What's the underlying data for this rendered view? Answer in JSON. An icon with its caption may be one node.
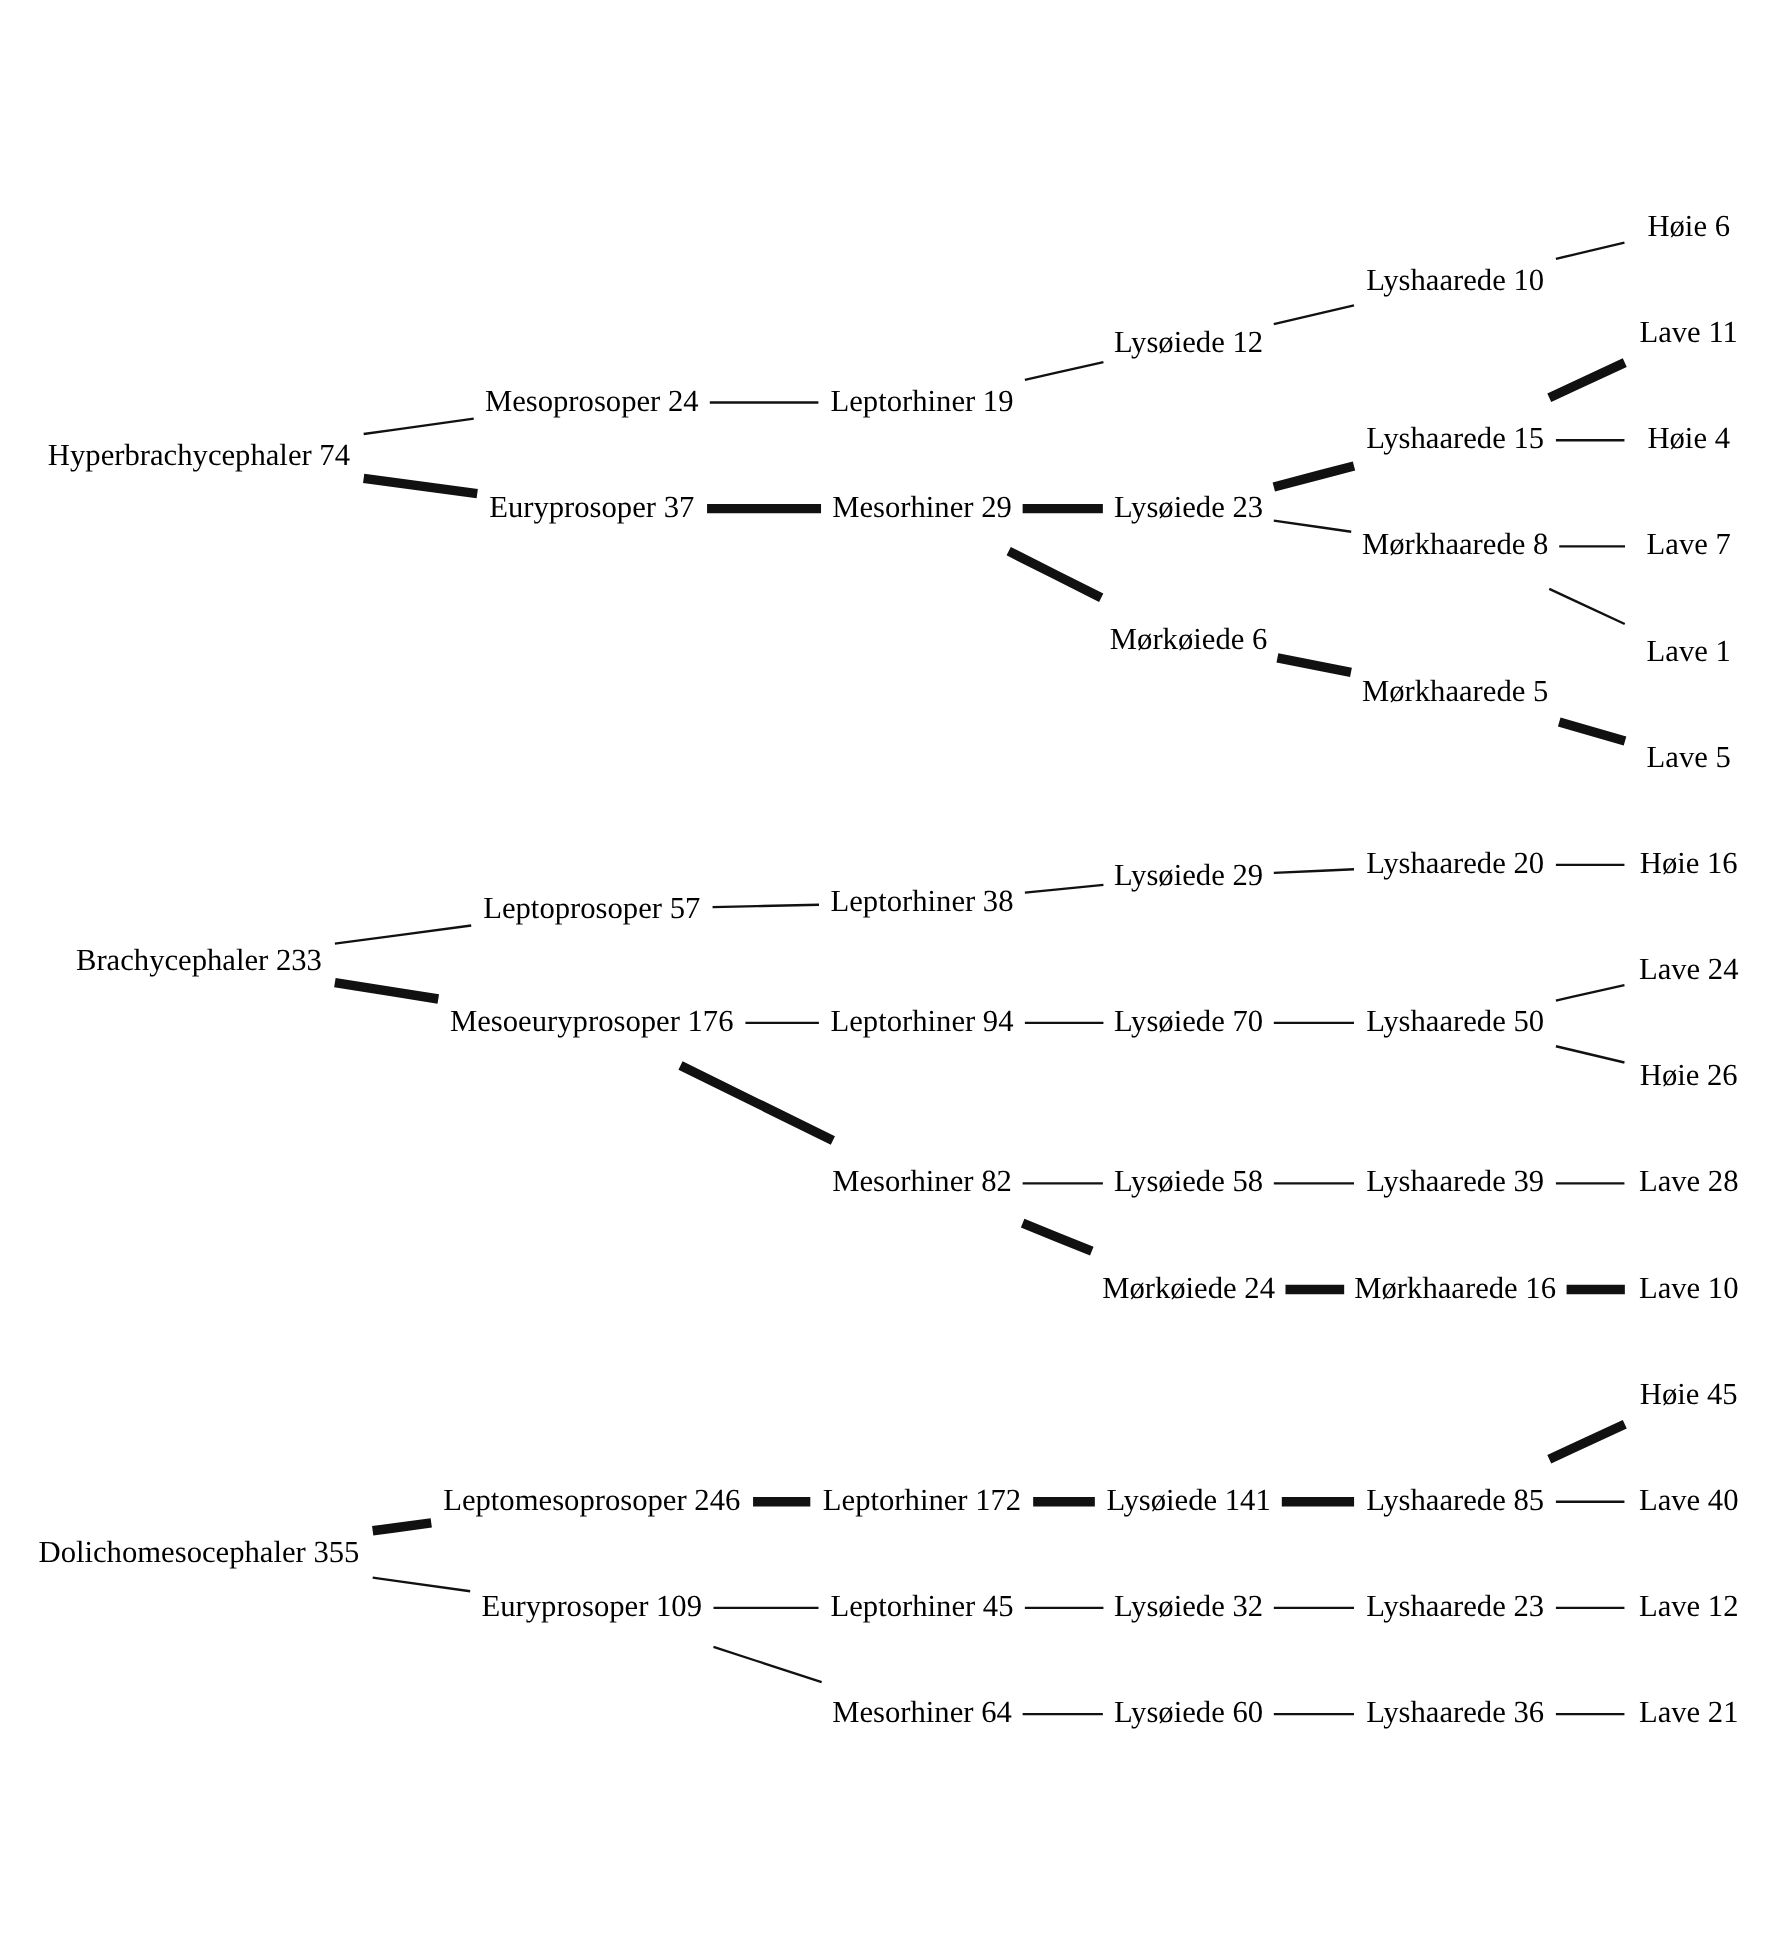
{
  "diagram": {
    "nodes": [
      {
        "text": [
          "Dolichomesocephaler 355"
        ]
      },
      {
        "text": [
          "Leptomesoprosoper 246"
        ]
      },
      {
        "text": [
          "Leptorhiner 172"
        ]
      },
      {
        "text": [
          "Lysøiede 141"
        ]
      },
      {
        "text": [
          "Lyshaarede 85"
        ]
      },
      {
        "text": [
          "Høie 45"
        ]
      },
      {
        "text": [
          "Lave 40"
        ]
      },
      {
        "text": [
          "Euryprosoper 109"
        ]
      },
      {
        "text": [
          "Leptorhiner 45"
        ]
      },
      {
        "text": [
          "Lysøiede 32"
        ]
      },
      {
        "text": [
          "Lyshaarede 23"
        ]
      },
      {
        "text": [
          "Lave 12"
        ]
      },
      {
        "text": [
          "Mesorhiner 64"
        ]
      },
      {
        "text": [
          "Lysøiede 60"
        ]
      },
      {
        "text": [
          "Lyshaarede 36"
        ]
      },
      {
        "text": [
          "Lave 21"
        ]
      },
      {
        "text": [
          "Brachycephaler 233"
        ]
      },
      {
        "text": [
          "Leptoprosoper 57"
        ]
      },
      {
        "text": [
          "Leptorhiner 38"
        ]
      },
      {
        "text": [
          "Lysøiede 29"
        ]
      },
      {
        "text": [
          "Lyshaarede 20"
        ]
      },
      {
        "text": [
          "Høie 16"
        ]
      },
      {
        "text": [
          "Mesoeuryprosoper 176"
        ]
      },
      {
        "text": [
          "Leptorhiner 94"
        ]
      },
      {
        "text": [
          "Lysøiede 70"
        ]
      },
      {
        "text": [
          "Lyshaarede 50"
        ]
      },
      {
        "text": [
          "Lave 24"
        ]
      },
      {
        "text": [
          "Høie 26"
        ]
      },
      {
        "text": [
          "Mesorhiner 82"
        ]
      },
      {
        "text": [
          "Lysøiede 58"
        ]
      },
      {
        "text": [
          "Lyshaarede 39"
        ]
      },
      {
        "text": [
          "Lave 28"
        ]
      },
      {
        "text": [
          "Mørkøiede 24"
        ]
      },
      {
        "text": [
          "Mørkhaarede 16"
        ]
      },
      {
        "text": [
          "Lave 10"
        ]
      },
      {
        "text": [
          "Hyperbrachycephaler 74"
        ]
      },
      {
        "text": [
          "Mesoprosoper 24"
        ]
      },
      {
        "text": [
          "Leptorhiner 19"
        ]
      },
      {
        "text": [
          "Lysøiede 12"
        ]
      },
      {
        "text": [
          "Lyshaarede 10"
        ]
      },
      {
        "text": [
          "Høie 6"
        ]
      },
      {
        "text": [
          "Euryprosoper 37"
        ]
      },
      {
        "text": [
          "Mesorhiner 29"
        ]
      },
      {
        "text": [
          "Lysøiede 23"
        ]
      },
      {
        "text": [
          "Lyshaarede 15"
        ]
      },
      {
        "text": [
          "Lave 11"
        ]
      },
      {
        "text": [
          "Høie 4"
        ]
      },
      {
        "text": [
          "Mørkhaarede 8"
        ]
      },
      {
        "text": [
          "Lave 7"
        ]
      },
      {
        "text": [
          "Lave 1"
        ]
      },
      {
        "text": [
          "Mørkøiede 6"
        ]
      },
      {
        "text": [
          "Mørkhaarede 5"
        ]
      },
      {
        "text": [
          "Lave 5"
        ]
      }
    ],
    "edges": [
      {
        "from": 0,
        "to": 1,
        "arrow": "none",
        "style": "thick"
      },
      {
        "from": 1,
        "to": 2,
        "arrow": "none",
        "style": "thick"
      },
      {
        "from": 2,
        "to": 3,
        "arrow": "none",
        "style": "thick"
      },
      {
        "from": 3,
        "to": 4,
        "arrow": "none",
        "style": "thick"
      },
      {
        "from": 4,
        "to": 5,
        "arrow": "none",
        "style": "thick"
      },
      {
        "from": 4,
        "to": 6,
        "arrow": "none"
      },
      {
        "from": 0,
        "to": 7,
        "arrow": "none"
      },
      {
        "from": 7,
        "to": 8,
        "arrow": "none"
      },
      {
        "from": 8,
        "to": 9,
        "arrow": "none"
      },
      {
        "from": 9,
        "to": 10,
        "arrow": "none"
      },
      {
        "from": 10,
        "to": 11,
        "arrow": "none"
      },
      {
        "from": 7,
        "to": 12,
        "arrow": "none"
      },
      {
        "from": 12,
        "to": 13,
        "arrow": "none"
      },
      {
        "from": 13,
        "to": 14,
        "arrow": "none"
      },
      {
        "from": 14,
        "to": 15,
        "arrow": "none"
      },
      {
        "from": 16,
        "to": 17,
        "arrow": "none"
      },
      {
        "from": 17,
        "to": 18,
        "arrow": "none"
      },
      {
        "from": 18,
        "to": 19,
        "arrow": "none"
      },
      {
        "from": 19,
        "to": 20,
        "arrow": "none"
      },
      {
        "from": 20,
        "to": 21,
        "arrow": "none"
      },
      {
        "from": 16,
        "to": 22,
        "arrow": "none",
        "style": "thick"
      },
      {
        "from": 22,
        "to": 23,
        "arrow": "none"
      },
      {
        "from": 23,
        "to": 24,
        "arrow": "none"
      },
      {
        "from": 24,
        "to": 25,
        "arrow": "none"
      },
      {
        "from": 25,
        "to": 26,
        "arrow": "none"
      },
      {
        "from": 25,
        "to": 27,
        "arrow": "none"
      },
      {
        "from": 22,
        "to": 28,
        "arrow": "none",
        "style": "thick"
      },
      {
        "from": 28,
        "to": 29,
        "arrow": "none"
      },
      {
        "from": 29,
        "to": 30,
        "arrow": "none"
      },
      {
        "from": 30,
        "to": 31,
        "arrow": "none"
      },
      {
        "from": 28,
        "to": 32,
        "arrow": "none",
        "style": "thick"
      },
      {
        "from": 32,
        "to": 33,
        "arrow": "none",
        "style": "thick"
      },
      {
        "from": 33,
        "to": 34,
        "arrow": "none",
        "style": "thick"
      },
      {
        "from": 35,
        "to": 36,
        "arrow": "none"
      },
      {
        "from": 36,
        "to": 37,
        "arrow": "none"
      },
      {
        "from": 37,
        "to": 38,
        "arrow": "none"
      },
      {
        "from": 38,
        "to": 39,
        "arrow": "none"
      },
      {
        "from": 39,
        "to": 40,
        "arrow": "none"
      },
      {
        "from": 35,
        "to": 41,
        "arrow": "none",
        "style": "thick"
      },
      {
        "from": 41,
        "to": 42,
        "arrow": "none",
        "style": "thick"
      },
      {
        "from": 42,
        "to": 43,
        "arrow": "none",
        "style": "thick"
      },
      {
        "from": 43,
        "to": 44,
        "arrow": "none",
        "style": "thick"
      },
      {
        "from": 44,
        "to": 45,
        "arrow": "none",
        "style": "thick"
      },
      {
        "from": 44,
        "to": 46,
        "arrow": "none"
      },
      {
        "from": 43,
        "to": 47,
        "arrow": "none"
      },
      {
        "from": 47,
        "to": 48,
        "arrow": "none"
      },
      {
        "from": 47,
        "to": 49,
        "arrow": "none"
      },
      {
        "from": 42,
        "to": 50,
        "arrow": "none",
        "style": "thick"
      },
      {
        "from": 50,
        "to": 51,
        "arrow": "none",
        "style": "thick"
      },
      {
        "from": 51,
        "to": 52,
        "arrow": "none",
        "style": "thick"
      }
    ]
  }
}
